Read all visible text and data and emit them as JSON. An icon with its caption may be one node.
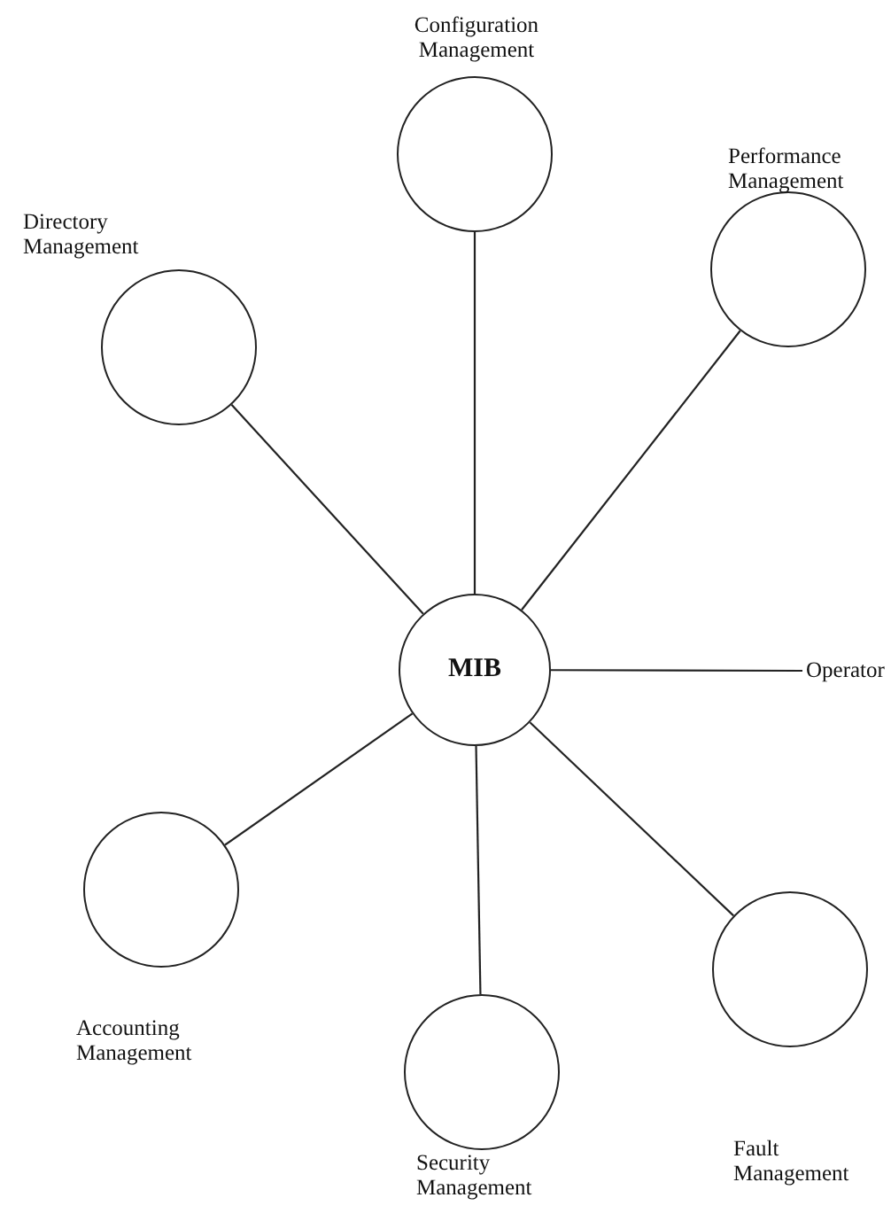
{
  "diagram": {
    "nodes": [
      {
        "text": [
          "Configuration Management"
        ]
      },
      {
        "text": [
          "Directory Management"
        ]
      },
      {
        "text": [
          "Performance Management"
        ]
      },
      {
        "text": [
          "MIB"
        ]
      },
      {
        "text": [
          "Operator"
        ]
      },
      {
        "text": [
          "Accounting Management"
        ]
      },
      {
        "text": [
          "Security Management"
        ]
      },
      {
        "text": [
          "Fault Management"
        ]
      }
    ],
    "edges": [
      {
        "from": 3,
        "to": 0,
        "arrow": "none"
      },
      {
        "from": 3,
        "to": 1,
        "arrow": "none"
      },
      {
        "from": 3,
        "to": 2,
        "arrow": "none"
      },
      {
        "from": 3,
        "to": 4,
        "arrow": "none"
      },
      {
        "from": 3,
        "to": 5,
        "arrow": "none"
      },
      {
        "from": 3,
        "to": 6,
        "arrow": "none"
      },
      {
        "from": 3,
        "to": 7,
        "arrow": "none"
      }
    ]
  }
}
